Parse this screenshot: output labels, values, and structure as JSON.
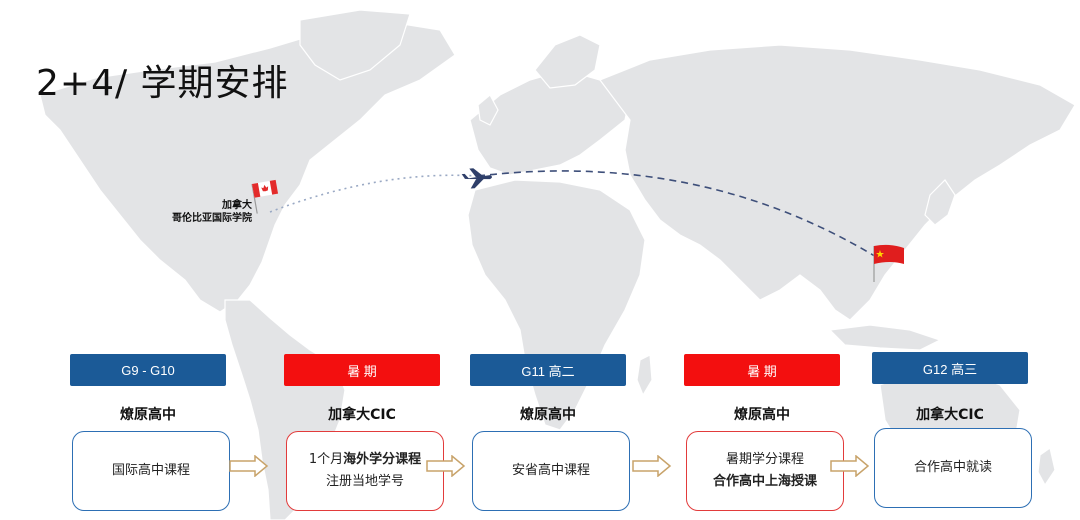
{
  "title": "2+4/ 学期安排",
  "map": {
    "canada_label": "加拿大",
    "school_label": "哥伦比亚国际学院",
    "flags": [
      "canada-flag",
      "china-flag"
    ]
  },
  "colors": {
    "blue": "#1b5a97",
    "red": "#f30f0f",
    "card_blue_border": "#2d6fb4",
    "card_red_border": "#e23b3b",
    "arrow": "#c8a36a"
  },
  "steps": [
    {
      "badge": "G9 - G10",
      "badge_color": "blue",
      "school": "燎原高中",
      "lines": [
        {
          "text": "国际高中课程"
        }
      ]
    },
    {
      "badge": "暑 期",
      "badge_color": "red",
      "school": "加拿大CIC",
      "lines": [
        {
          "parts": [
            {
              "t": "1个月",
              "b": false
            },
            {
              "t": "海外学分课程",
              "b": true
            }
          ]
        },
        {
          "text": "注册当地学号"
        }
      ]
    },
    {
      "badge": "G11 高二",
      "badge_color": "blue",
      "school": "燎原高中",
      "lines": [
        {
          "text": "安省高中课程"
        }
      ]
    },
    {
      "badge": "暑 期",
      "badge_color": "red",
      "school": "燎原高中",
      "lines": [
        {
          "text": "暑期学分课程"
        },
        {
          "text": "合作高中上海授课",
          "bold": true
        }
      ]
    },
    {
      "badge": "G12  高三",
      "badge_color": "blue",
      "school": "加拿大CIC",
      "lines": [
        {
          "text": "合作高中就读"
        }
      ]
    }
  ]
}
